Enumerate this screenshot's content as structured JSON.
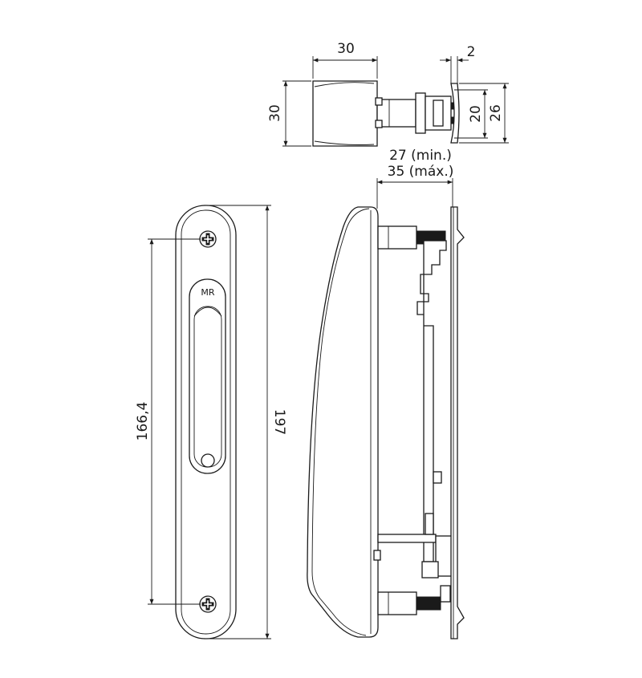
{
  "dimensions": {
    "top_width": "30",
    "top_height": "30",
    "top_gap": "2",
    "top_inner": "20",
    "top_outer": "26",
    "side_depth_min": "27 (min.)",
    "side_depth_max": "35 (máx.)",
    "front_hole_spacing": "166,4",
    "front_total_length": "197"
  },
  "logo_text": "MR"
}
